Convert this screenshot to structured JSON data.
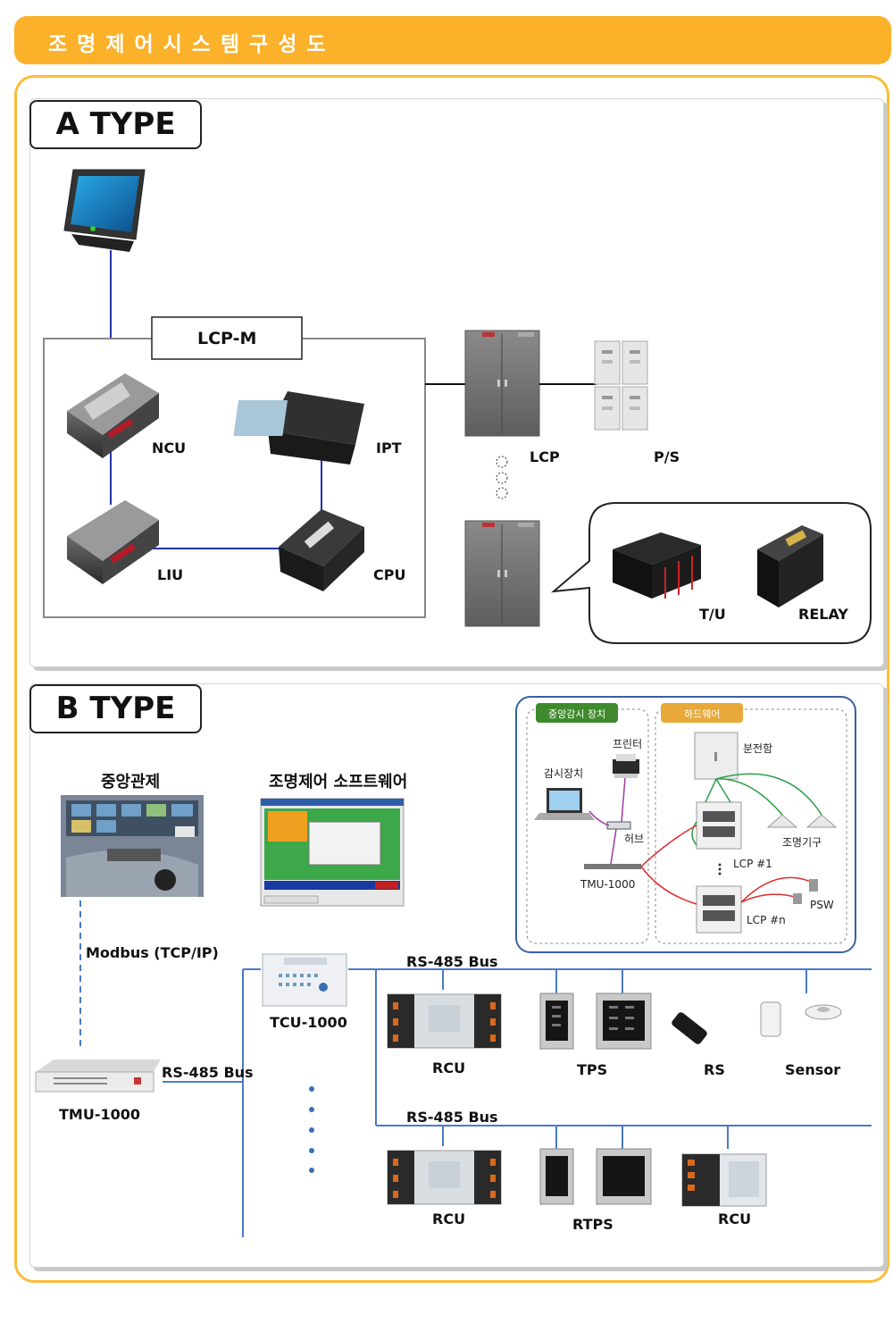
{
  "header": {
    "title": "조명제어시스템구성도"
  },
  "a_type": {
    "title": "A TYPE",
    "lcp_m": "LCP-M",
    "ncu": "NCU",
    "ipt": "IPT",
    "liu": "LIU",
    "cpu": "CPU",
    "lcp": "LCP",
    "ps": "P/S",
    "tu": "T/U",
    "relay": "RELAY"
  },
  "b_type": {
    "title": "B TYPE",
    "central_control": "중앙관제",
    "software": "조명제어 소프트웨어",
    "modbus": "Modbus (TCP/IP)",
    "tmu": "TMU-1000",
    "tcu": "TCU-1000",
    "rs485_left": "RS-485 Bus",
    "rs485_top": "RS-485 Bus",
    "rs485_mid": "RS-485 Bus",
    "rcu_1": "RCU",
    "tps": "TPS",
    "rs": "RS",
    "sensor": "Sensor",
    "rcu_2": "RCU",
    "rtps": "RTPS",
    "rcu_3": "RCU"
  },
  "inset": {
    "tab_central": "중앙감시 장치",
    "tab_hardware": "하드웨어",
    "printer": "프린터",
    "monitor": "감시장치",
    "hub": "허브",
    "tmu": "TMU-1000",
    "panelboard": "분전함",
    "luminaire": "조명기구",
    "lcp1": "LCP #1",
    "lcpn": "LCP #n",
    "psw": "PSW"
  },
  "colors": {
    "accent": "#fbb12a",
    "bus_line": "#4a7bc8",
    "link_line": "#2233aa"
  }
}
